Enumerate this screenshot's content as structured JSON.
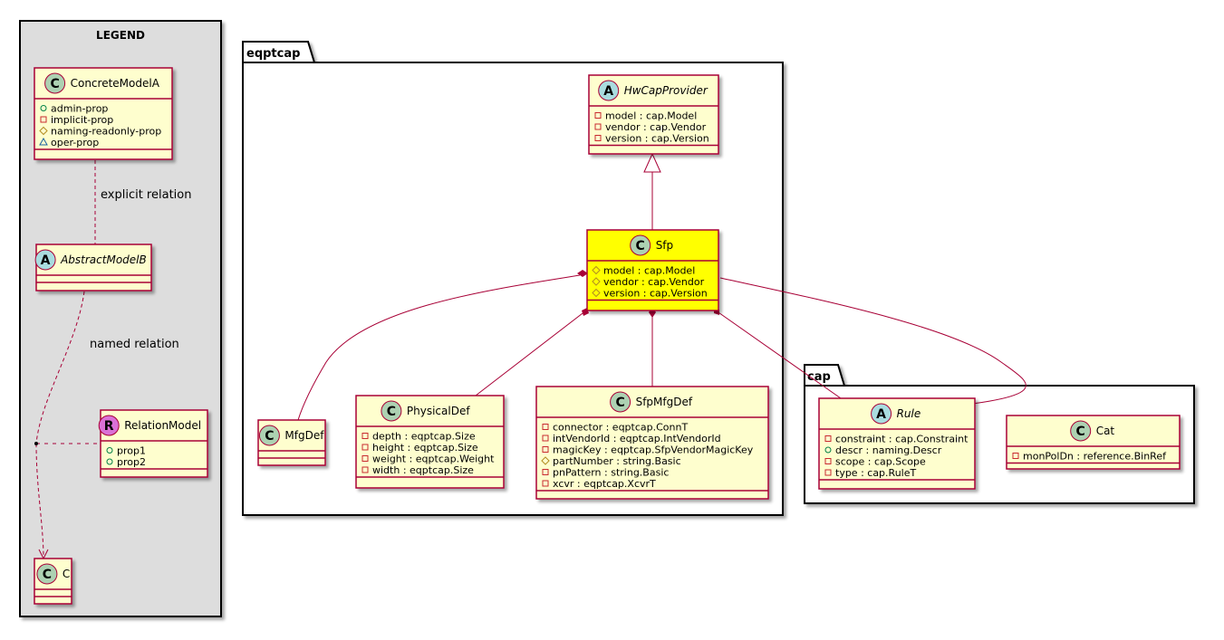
{
  "legend": {
    "title": "LEGEND",
    "concrete": {
      "name": "ConcreteModelA",
      "stereotype": "C",
      "members": [
        {
          "vis": "+",
          "text": "admin-prop"
        },
        {
          "vis": "-",
          "text": "implicit-prop"
        },
        {
          "vis": "#",
          "text": "naming-readonly-prop"
        },
        {
          "vis": "~",
          "text": "oper-prop"
        }
      ]
    },
    "abstract": {
      "name": "AbstractModelB",
      "stereotype": "A"
    },
    "relation_model": {
      "name": "RelationModel",
      "stereotype": "R",
      "members": [
        {
          "vis": "+",
          "text": "prop1"
        },
        {
          "vis": "+",
          "text": "prop2"
        }
      ]
    },
    "c_class": {
      "name": "C",
      "stereotype": "C"
    },
    "explicit_label": "explicit relation",
    "named_label": "named relation"
  },
  "packages": {
    "eqptcap": {
      "name": "eqptcap"
    },
    "cap": {
      "name": "cap"
    }
  },
  "classes": {
    "hwcap": {
      "name": "HwCapProvider",
      "stereotype": "A",
      "members": [
        {
          "vis": "-",
          "text": "model : cap.Model"
        },
        {
          "vis": "-",
          "text": "vendor : cap.Vendor"
        },
        {
          "vis": "-",
          "text": "version : cap.Version"
        }
      ]
    },
    "sfp": {
      "name": "Sfp",
      "stereotype": "C",
      "members": [
        {
          "vis": "#",
          "text": "model : cap.Model"
        },
        {
          "vis": "#",
          "text": "vendor : cap.Vendor"
        },
        {
          "vis": "#",
          "text": "version : cap.Version"
        }
      ]
    },
    "mfgdef": {
      "name": "MfgDef",
      "stereotype": "C",
      "members": []
    },
    "physicaldef": {
      "name": "PhysicalDef",
      "stereotype": "C",
      "members": [
        {
          "vis": "-",
          "text": "depth : eqptcap.Size"
        },
        {
          "vis": "-",
          "text": "height : eqptcap.Size"
        },
        {
          "vis": "-",
          "text": "weight : eqptcap.Weight"
        },
        {
          "vis": "-",
          "text": "width : eqptcap.Size"
        }
      ]
    },
    "sfpmfgdef": {
      "name": "SfpMfgDef",
      "stereotype": "C",
      "members": [
        {
          "vis": "-",
          "text": "connector : eqptcap.ConnT"
        },
        {
          "vis": "-",
          "text": "intVendorId : eqptcap.IntVendorId"
        },
        {
          "vis": "-",
          "text": "magicKey : eqptcap.SfpVendorMagicKey"
        },
        {
          "vis": "#",
          "text": "partNumber : string.Basic"
        },
        {
          "vis": "-",
          "text": "pnPattern : string.Basic"
        },
        {
          "vis": "-",
          "text": "xcvr : eqptcap.XcvrT"
        }
      ]
    },
    "rule": {
      "name": "Rule",
      "stereotype": "A",
      "members": [
        {
          "vis": "-",
          "text": "constraint : cap.Constraint"
        },
        {
          "vis": "+",
          "text": "descr : naming.Descr"
        },
        {
          "vis": "-",
          "text": "scope : cap.Scope"
        },
        {
          "vis": "-",
          "text": "type : cap.RuleT"
        }
      ]
    },
    "cat": {
      "name": "Cat",
      "stereotype": "C",
      "members": [
        {
          "vis": "-",
          "text": "monPolDn : reference.BinRef"
        }
      ]
    }
  },
  "colors": {
    "border": "#a80036",
    "class_fill": "#fefece",
    "highlight_fill": "#ffff00",
    "legend_fill": "#dddddd",
    "circle_c": "#add1b2",
    "circle_a": "#a9dcdf",
    "circle_r": "#da70d6"
  }
}
